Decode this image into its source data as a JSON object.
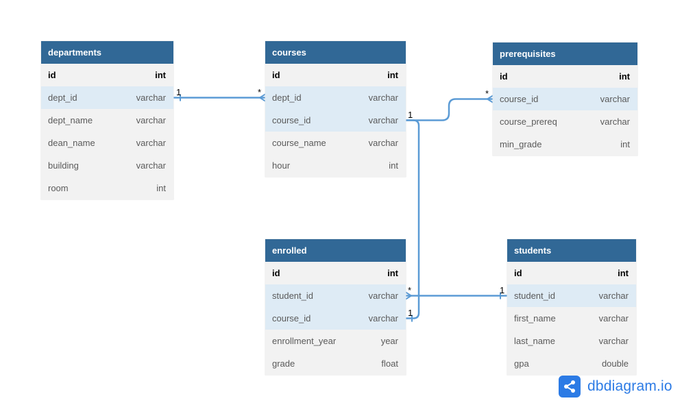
{
  "tables": [
    {
      "key": "departments",
      "name": "departments",
      "columns": [
        {
          "name": "id",
          "type": "int",
          "kind": "pk"
        },
        {
          "name": "dept_id",
          "type": "varchar",
          "kind": "fk"
        },
        {
          "name": "dept_name",
          "type": "varchar",
          "kind": ""
        },
        {
          "name": "dean_name",
          "type": "varchar",
          "kind": ""
        },
        {
          "name": "building",
          "type": "varchar",
          "kind": ""
        },
        {
          "name": "room",
          "type": "int",
          "kind": ""
        }
      ]
    },
    {
      "key": "courses",
      "name": "courses",
      "columns": [
        {
          "name": "id",
          "type": "int",
          "kind": "pk"
        },
        {
          "name": "dept_id",
          "type": "varchar",
          "kind": "fk"
        },
        {
          "name": "course_id",
          "type": "varchar",
          "kind": "fk"
        },
        {
          "name": "course_name",
          "type": "varchar",
          "kind": ""
        },
        {
          "name": "hour",
          "type": "int",
          "kind": ""
        }
      ]
    },
    {
      "key": "prerequisites",
      "name": "prerequisites",
      "columns": [
        {
          "name": "id",
          "type": "int",
          "kind": "pk"
        },
        {
          "name": "course_id",
          "type": "varchar",
          "kind": "fk"
        },
        {
          "name": "course_prereq",
          "type": "varchar",
          "kind": ""
        },
        {
          "name": "min_grade",
          "type": "int",
          "kind": ""
        }
      ]
    },
    {
      "key": "enrolled",
      "name": "enrolled",
      "columns": [
        {
          "name": "id",
          "type": "int",
          "kind": "pk"
        },
        {
          "name": "student_id",
          "type": "varchar",
          "kind": "fk"
        },
        {
          "name": "course_id",
          "type": "varchar",
          "kind": "fk"
        },
        {
          "name": "enrollment_year",
          "type": "year",
          "kind": ""
        },
        {
          "name": "grade",
          "type": "float",
          "kind": ""
        }
      ]
    },
    {
      "key": "students",
      "name": "students",
      "columns": [
        {
          "name": "id",
          "type": "int",
          "kind": "pk"
        },
        {
          "name": "student_id",
          "type": "varchar",
          "kind": "fk"
        },
        {
          "name": "first_name",
          "type": "varchar",
          "kind": ""
        },
        {
          "name": "last_name",
          "type": "varchar",
          "kind": ""
        },
        {
          "name": "gpa",
          "type": "double",
          "kind": ""
        }
      ]
    }
  ],
  "relations": [
    {
      "from": "departments.dept_id",
      "to": "courses.dept_id",
      "from_card": "1",
      "to_card": "*"
    },
    {
      "from": "courses.course_id",
      "to": "prerequisites.course_id",
      "from_card": "1",
      "to_card": "*"
    },
    {
      "from": "courses.course_id",
      "to": "enrolled.course_id",
      "from_card": "1",
      "to_card": "1"
    },
    {
      "from": "enrolled.student_id",
      "to": "students.student_id",
      "from_card": "*",
      "to_card": "1"
    }
  ],
  "colors": {
    "header": "#316896",
    "row_bg": "#f2f2f2",
    "fk_row_bg": "#deebf5",
    "relation_line": "#5b9bd5",
    "brand": "#2c7be5"
  },
  "brand": {
    "name": "dbdiagram.io",
    "icon": "share-nodes-icon"
  }
}
